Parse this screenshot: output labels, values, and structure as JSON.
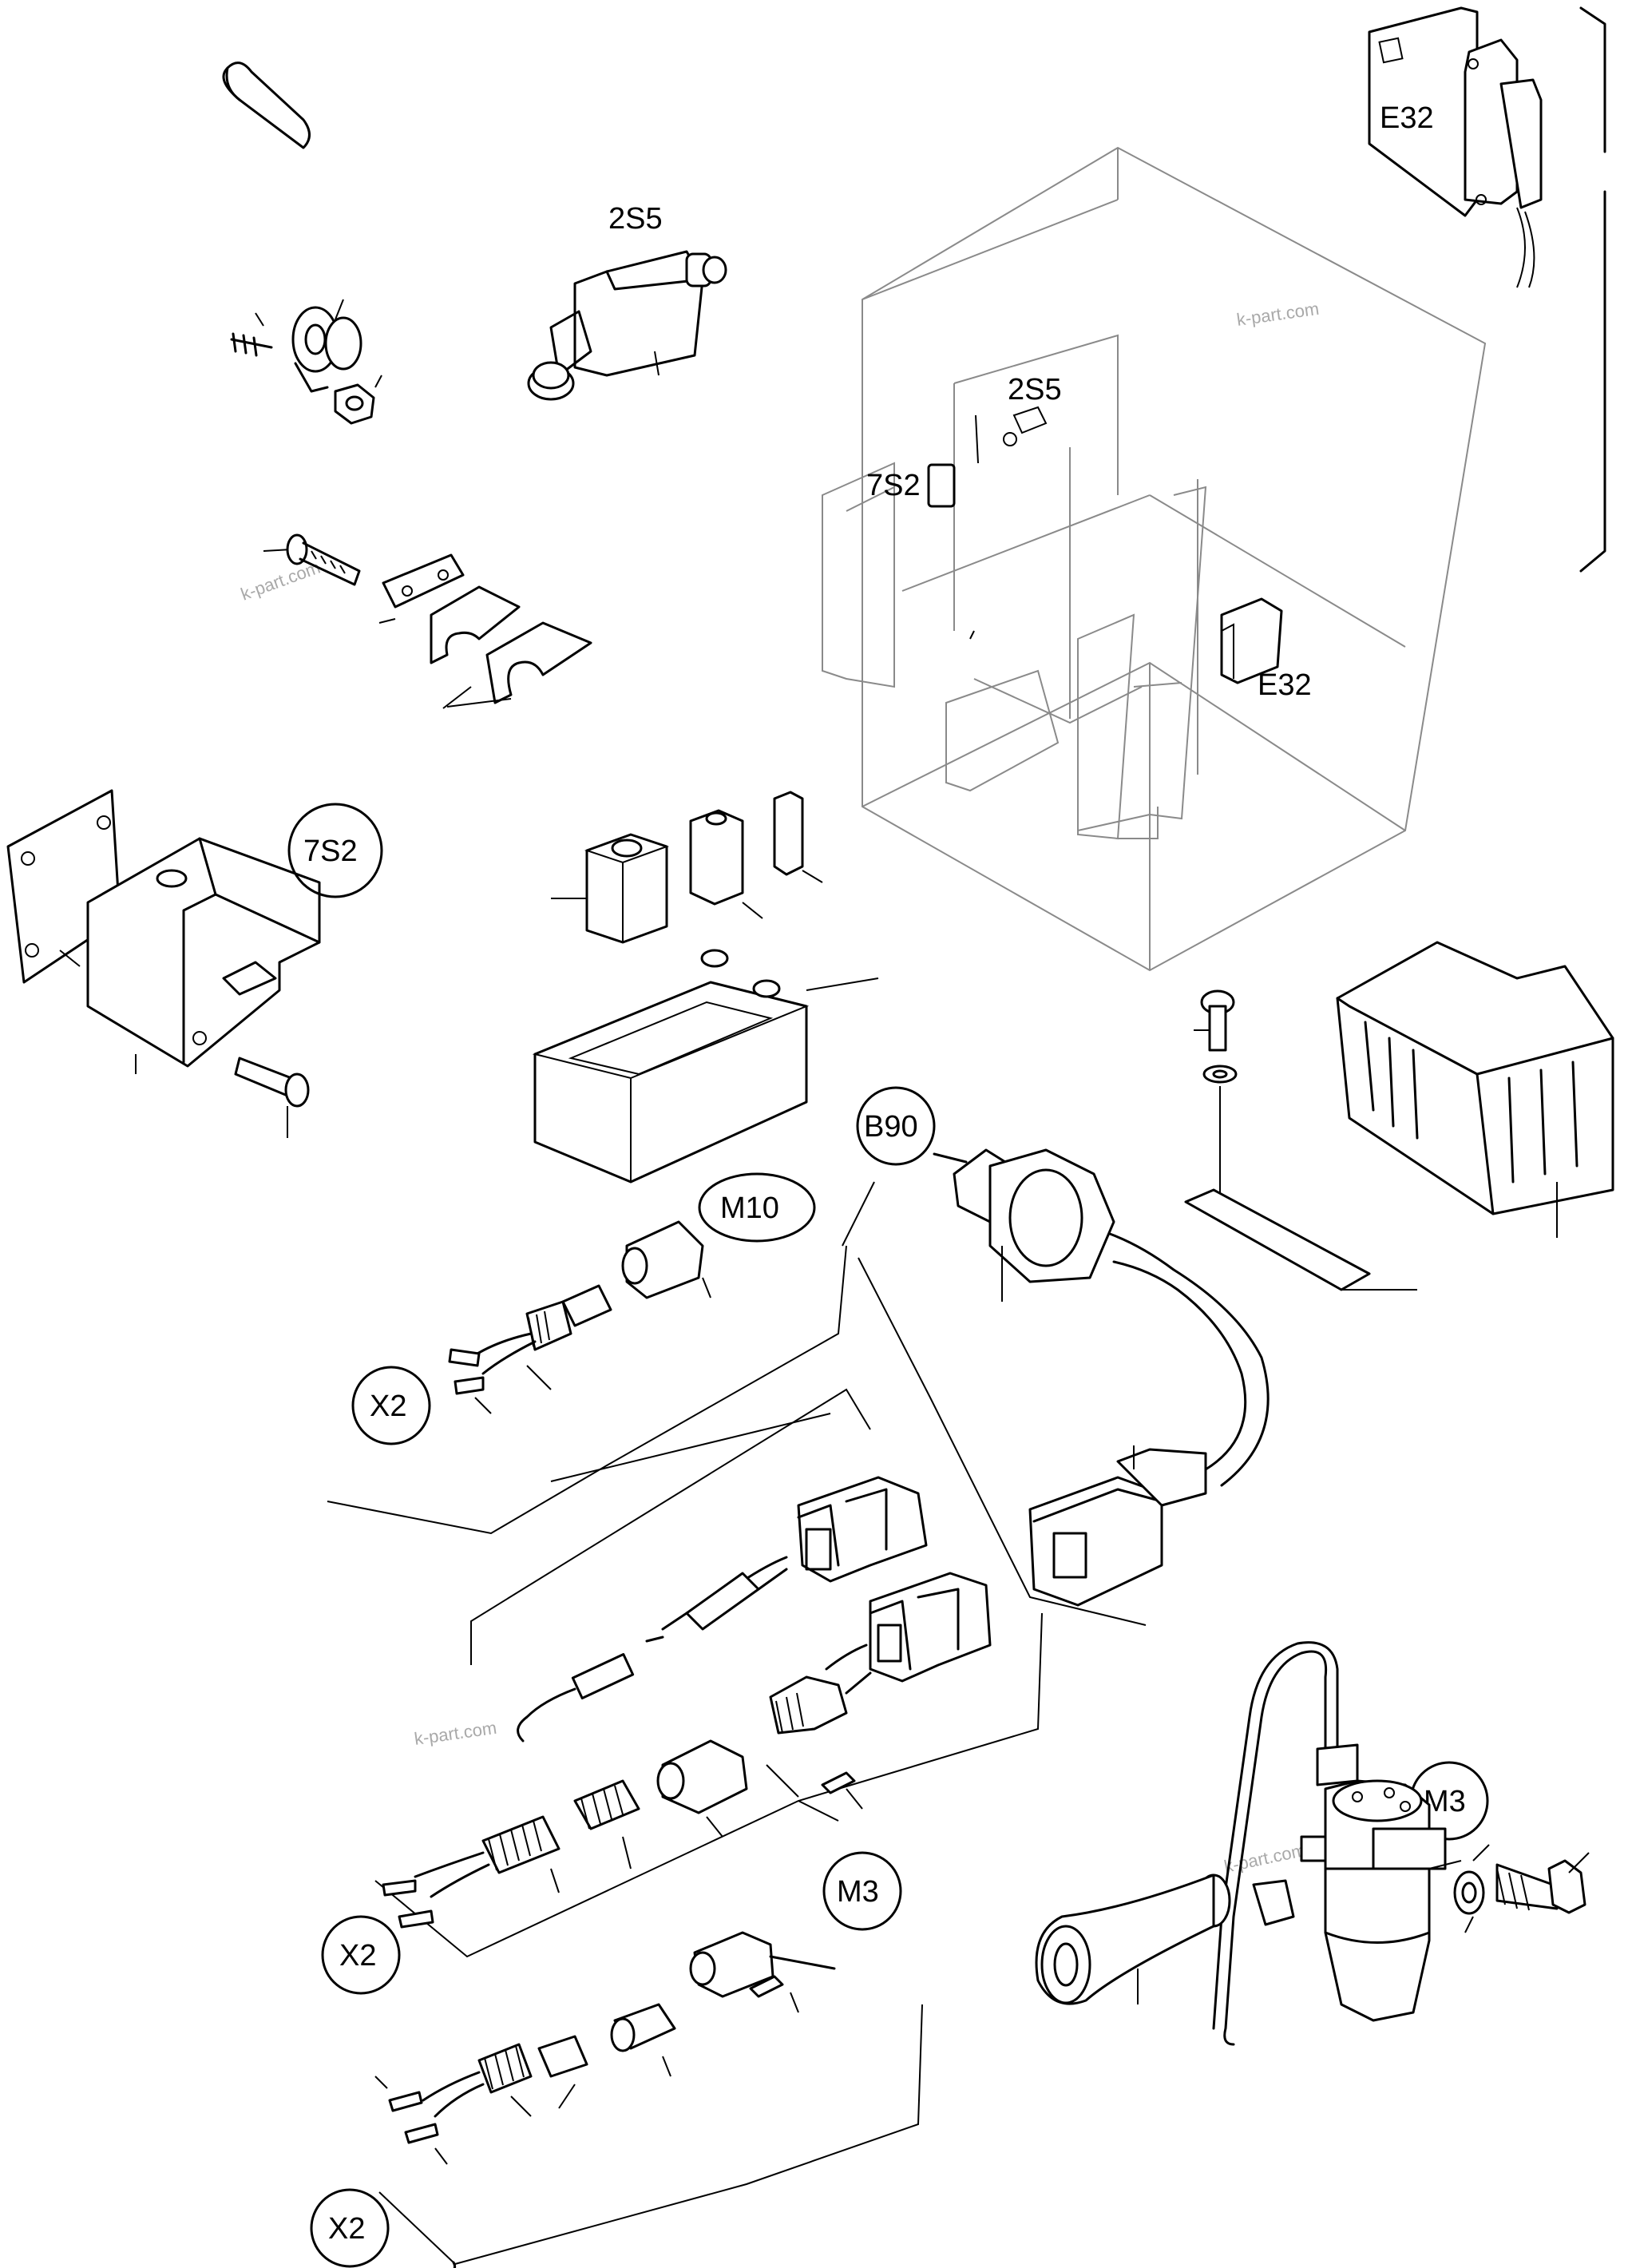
{
  "labels": {
    "e32_top": "E32",
    "e32_cab": "E32",
    "s2s5_top": "2S5",
    "s2s5_cab": "2S5",
    "s7s2_cab": "7S2",
    "s7s2_circle": "7S2",
    "b90": "B90",
    "m10": "M10",
    "m3_right": "M3",
    "m3_mid": "M3",
    "x2_a": "X2",
    "x2_b": "X2",
    "x2_c": "X2"
  },
  "watermark": {
    "text": "k-part.com"
  }
}
